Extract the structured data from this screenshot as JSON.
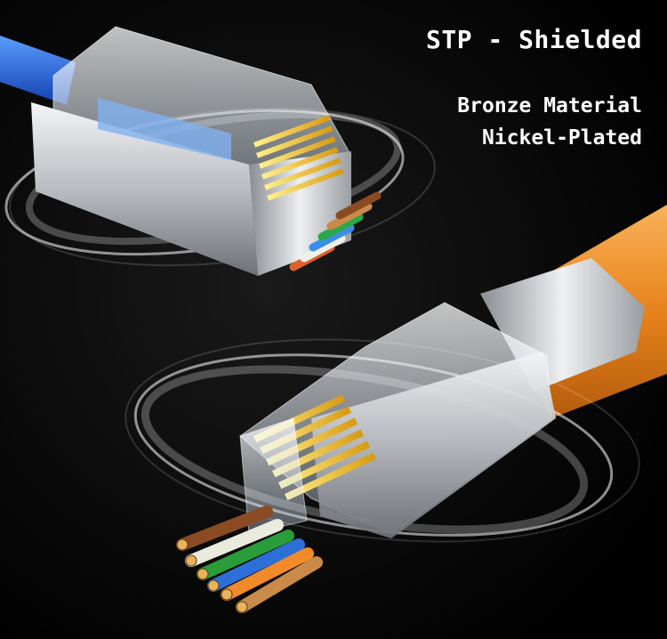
{
  "headline": "STP - Shielded",
  "features": {
    "material": "Bronze Material",
    "plating": "Nickel-Plated"
  },
  "colors": {
    "background": "#000000",
    "text": "#ffffff",
    "blue_cable": "#1f5fd8",
    "orange_cable": "#e8861e",
    "shield_metal": "#c9ccd0",
    "gold_pins": "#f0c020"
  },
  "wire_colors": [
    "#8a4b22",
    "#f0f0e8",
    "#2a9d3a",
    "#2d6fd8",
    "#f28a2a",
    "#c98a4a"
  ]
}
